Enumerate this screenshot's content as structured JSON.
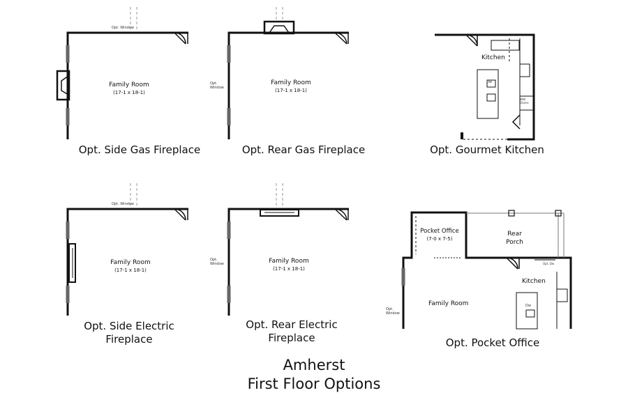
{
  "labels": {
    "opt_window": "Opt. Window",
    "family_room": "Family Room",
    "family_room_size": "(17-1 x 18-1)",
    "kitchen": "Kitchen",
    "dw": "Dw",
    "wall_ovens": "Wall Ovens",
    "pocket_office": "Pocket Office",
    "pocket_office_size": "(7-0 x 7-5)",
    "rear_porch": "Rear Porch",
    "opt_dw": "Opt. Dw"
  },
  "captions": {
    "side_gas": "Opt. Side Gas Fireplace",
    "rear_gas": "Opt. Rear Gas Fireplace",
    "gourmet": "Opt. Gourmet Kitchen",
    "side_electric": "Opt. Side Electric Fireplace",
    "rear_electric": "Opt. Rear Electric Fireplace",
    "pocket_office": "Opt. Pocket Office"
  },
  "title": {
    "line1": "Amherst",
    "line2": "First Floor Options"
  }
}
